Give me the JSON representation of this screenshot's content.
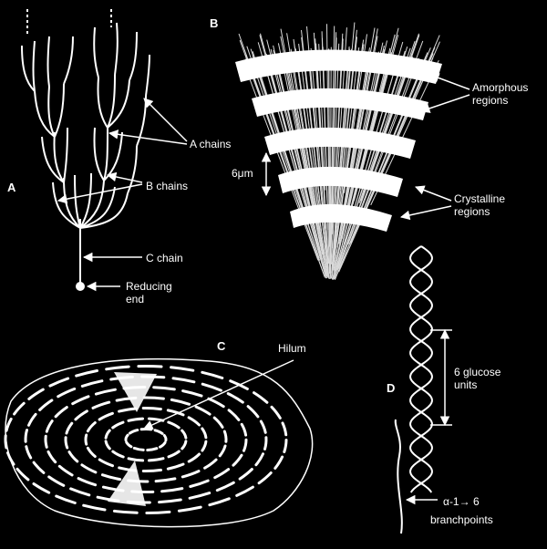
{
  "panels": {
    "a": "A",
    "b": "B",
    "c": "C",
    "d": "D"
  },
  "labels": {
    "a_chains": "A chains",
    "b_chains": "B chains",
    "c_chain": "C chain",
    "reducing_1": "Reducing",
    "reducing_2": "end",
    "amorphous_1": "Amorphous",
    "amorphous_2": "regions",
    "crystalline_1": "Crystalline",
    "crystalline_2": "regions",
    "six_um": "6μm",
    "hilum": "Hilum",
    "glucose_1": "6 glucose",
    "glucose_2": "units",
    "branch_1": "α-1→ 6",
    "branch_2": "branchpoints"
  },
  "colors": {
    "background": "#000000",
    "foreground": "#ffffff"
  }
}
